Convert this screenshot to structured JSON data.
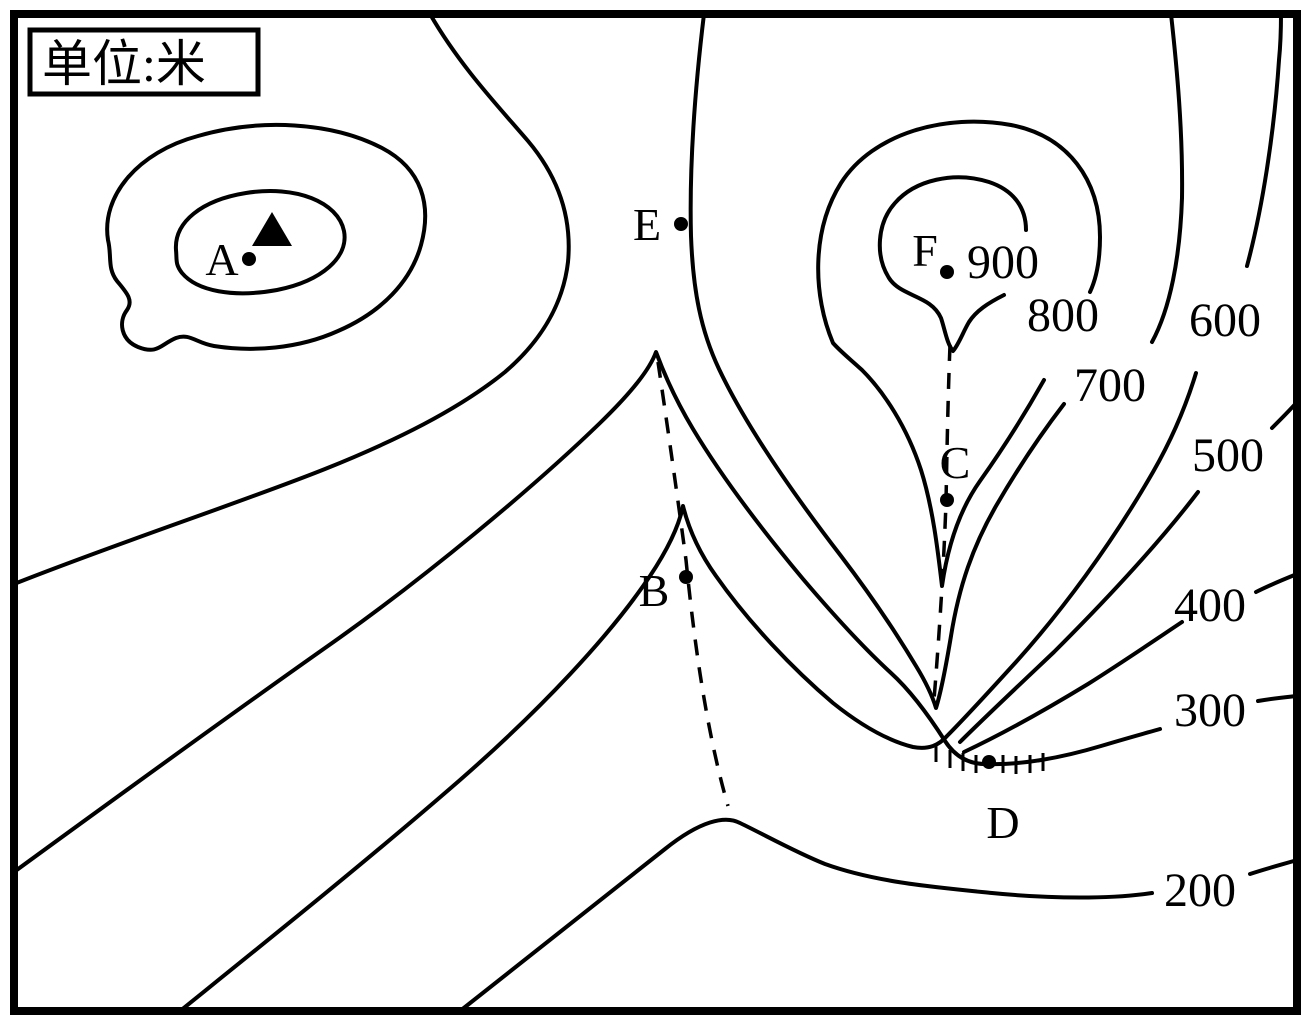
{
  "map": {
    "unit_label": "单位:米",
    "points": [
      {
        "label": "A"
      },
      {
        "label": "B"
      },
      {
        "label": "C"
      },
      {
        "label": "D"
      },
      {
        "label": "E"
      },
      {
        "label": "F"
      }
    ],
    "elevations": [
      "900",
      "800",
      "700",
      "600",
      "500",
      "400",
      "300",
      "200"
    ],
    "colors": {
      "line": "#000000",
      "background": "#ffffff"
    },
    "icons": {
      "summit_marker": "summit-triangle-icon",
      "dam_marker": "dam-hatch-icon"
    }
  }
}
